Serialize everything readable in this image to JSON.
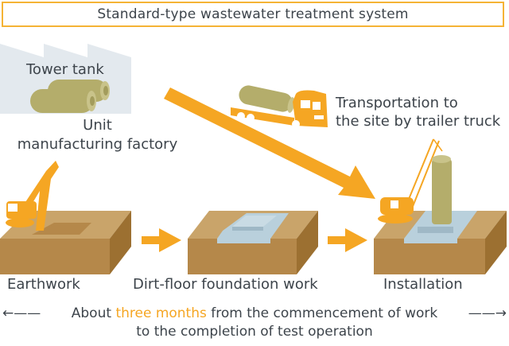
{
  "title": "Standard-type wastewater treatment system",
  "factory": {
    "tank_label": "Tower tank",
    "caption_line1": "Unit",
    "caption_line2": "manufacturing factory"
  },
  "transport": {
    "line1": "Transportation to",
    "line2": "the site by trailer truck"
  },
  "steps": [
    {
      "label": "Earthwork"
    },
    {
      "label": "Dirt-floor foundation work"
    },
    {
      "label": "Installation"
    }
  ],
  "footer": {
    "prefix": "About ",
    "highlight": "three months",
    "suffix": " from the commencement of work",
    "line2": "to the completion of test operation"
  },
  "colors": {
    "accent": "#f5a623",
    "soil_top": "#c9a46a",
    "soil_front": "#b5884a",
    "soil_side": "#9c7031",
    "concrete": "#b9d0dc",
    "tank": "#b4ad6b",
    "factory": "#e3e9ee",
    "text": "#3d444b"
  }
}
